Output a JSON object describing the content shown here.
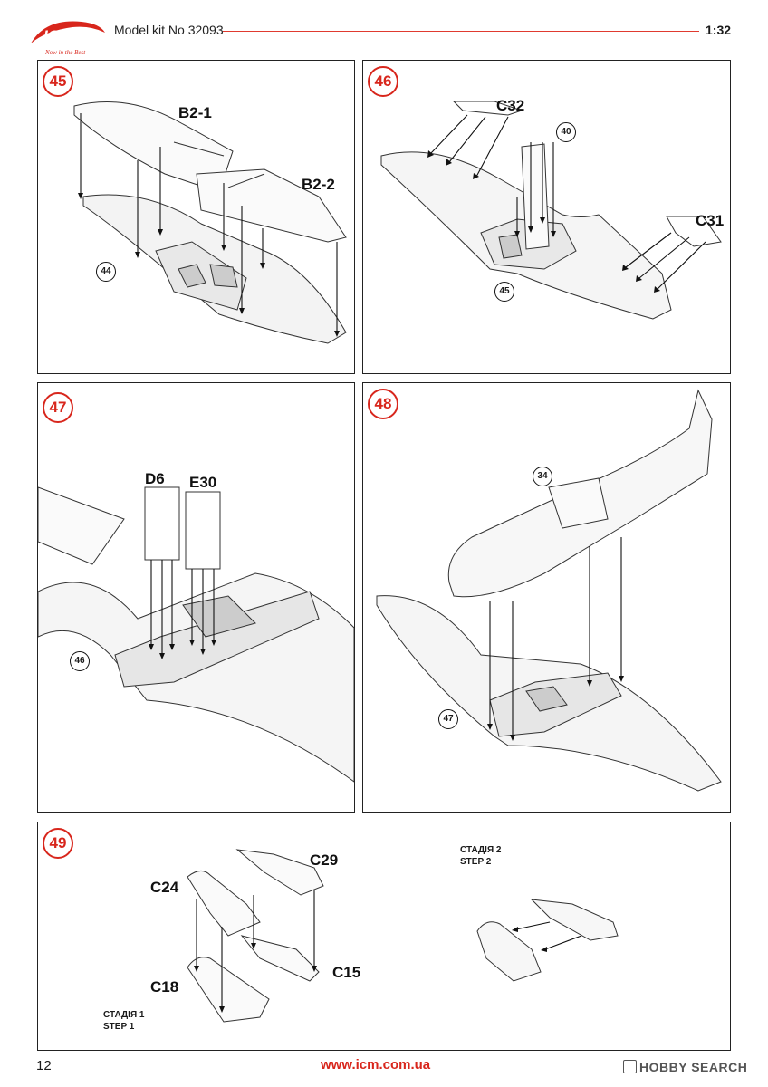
{
  "header": {
    "brand": "ICM",
    "slogan": "Now in the Best",
    "kit_label": "Model kit No 32093",
    "scale": "1:32"
  },
  "steps": [
    {
      "number": "45",
      "parts": [
        "B2-1",
        "B2-2"
      ],
      "refs": [
        "44"
      ]
    },
    {
      "number": "46",
      "parts": [
        "C32",
        "C31"
      ],
      "refs": [
        "40",
        "45"
      ]
    },
    {
      "number": "47",
      "parts": [
        "D6",
        "E30"
      ],
      "refs": [
        "46"
      ]
    },
    {
      "number": "48",
      "parts": [],
      "refs": [
        "34",
        "47"
      ]
    },
    {
      "number": "49",
      "parts": [
        "C29",
        "C24",
        "C15",
        "C18"
      ],
      "refs": [],
      "stage1": [
        "СТАДІЯ 1",
        "STEP 1"
      ],
      "stage2": [
        "СТАДІЯ 2",
        "STEP 2"
      ]
    }
  ],
  "footer": {
    "page_number": "12",
    "url": "www.icm.com.ua",
    "watermark": "HOBBY SEARCH"
  },
  "colors": {
    "accent": "#d8261c",
    "line": "#222222"
  }
}
